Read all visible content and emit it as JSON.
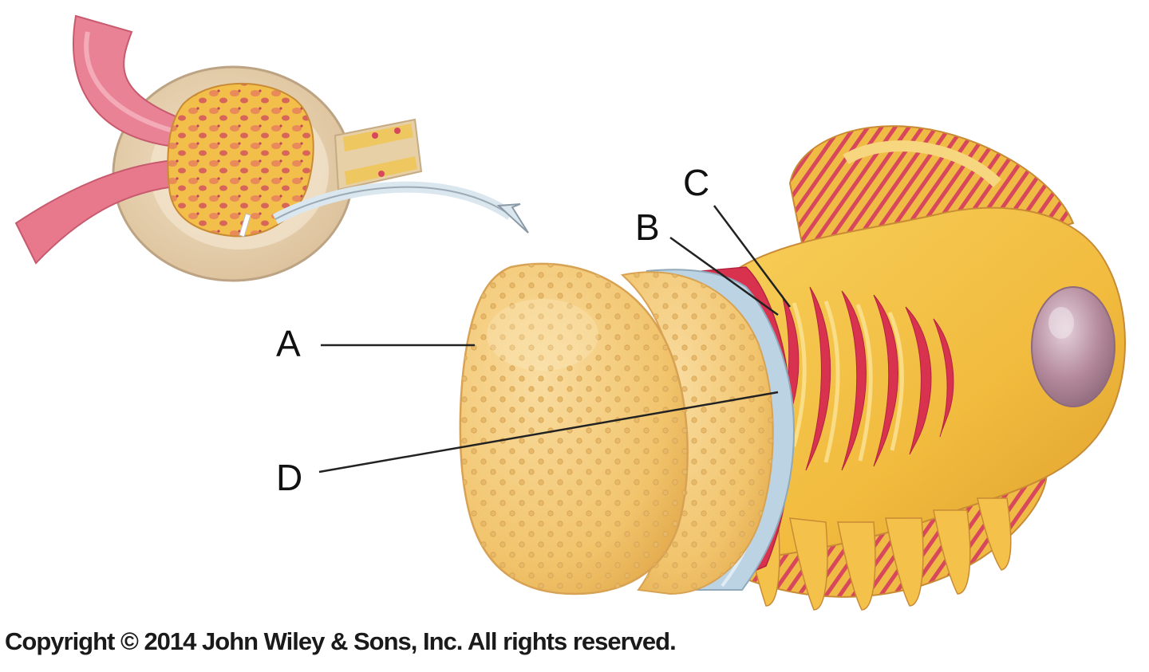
{
  "labels": {
    "a": "A",
    "b": "B",
    "c": "C",
    "d": "D"
  },
  "copyright": "Copyright © 2014 John Wiley & Sons, Inc. All rights reserved.",
  "colors": {
    "background": "#ffffff",
    "cell_yellow": "#f2c34e",
    "cell_light": "#f7d98a",
    "capsule_tan": "#e9d2b0",
    "vessel_pink": "#e45a72",
    "podocyte_red": "#d8324e",
    "basement_blue": "#bcd3e3",
    "nucleus_mauve": "#b48a9c",
    "leader_line": "#222222",
    "label_text": "#111111"
  }
}
